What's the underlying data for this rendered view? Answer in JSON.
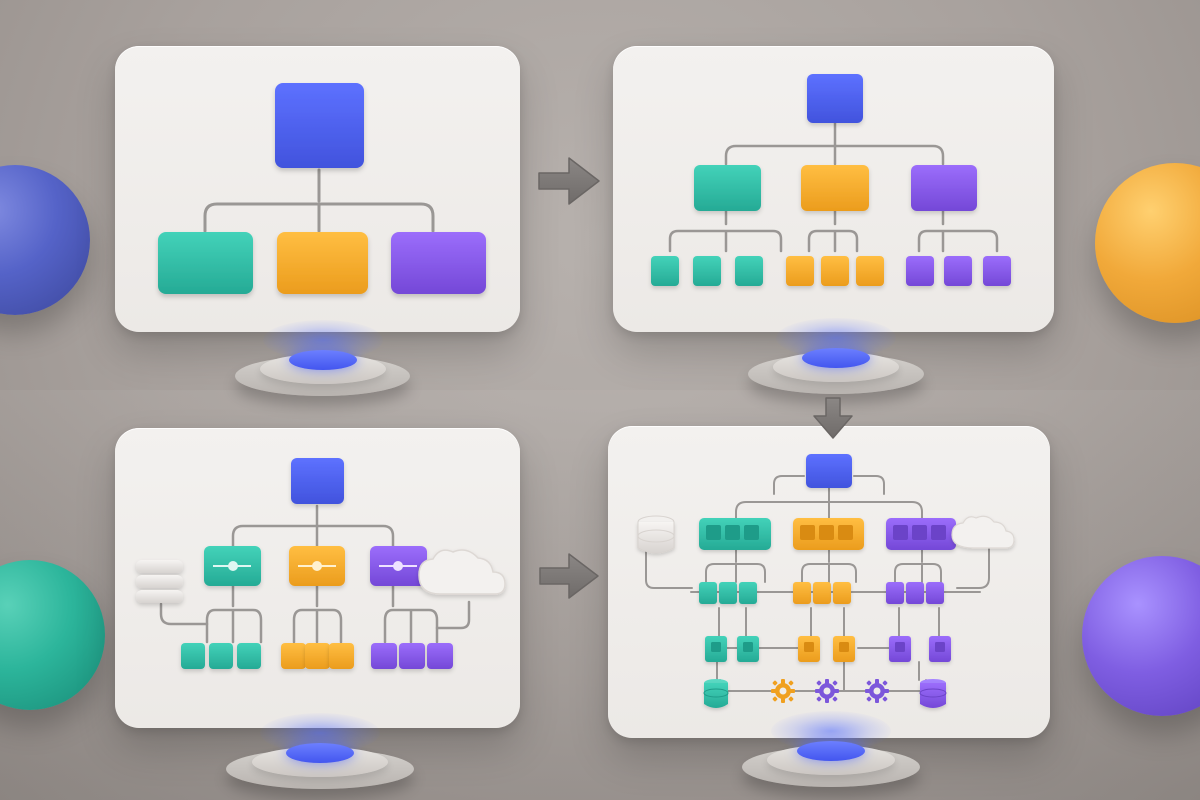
{
  "scene": {
    "background": "#aaa39f",
    "colors": {
      "blue": "#4f62e6",
      "teal": "#34c3ab",
      "amber": "#f2ab2d",
      "purple": "#8a5ce8",
      "line": "#9a9795",
      "panel": "#efedea",
      "arrow": "#7f7b79"
    },
    "decor": {
      "spheres": [
        "blue",
        "yellow",
        "teal",
        "purple"
      ],
      "flow_arrows": [
        "right",
        "down",
        "right"
      ]
    },
    "panels": [
      {
        "name": "simple-hierarchy",
        "levels": 2
      },
      {
        "name": "expanded-hierarchy",
        "levels": 3
      },
      {
        "name": "integrated-hierarchy",
        "levels": 3
      },
      {
        "name": "complex-system-hierarchy",
        "levels": 4
      }
    ]
  }
}
